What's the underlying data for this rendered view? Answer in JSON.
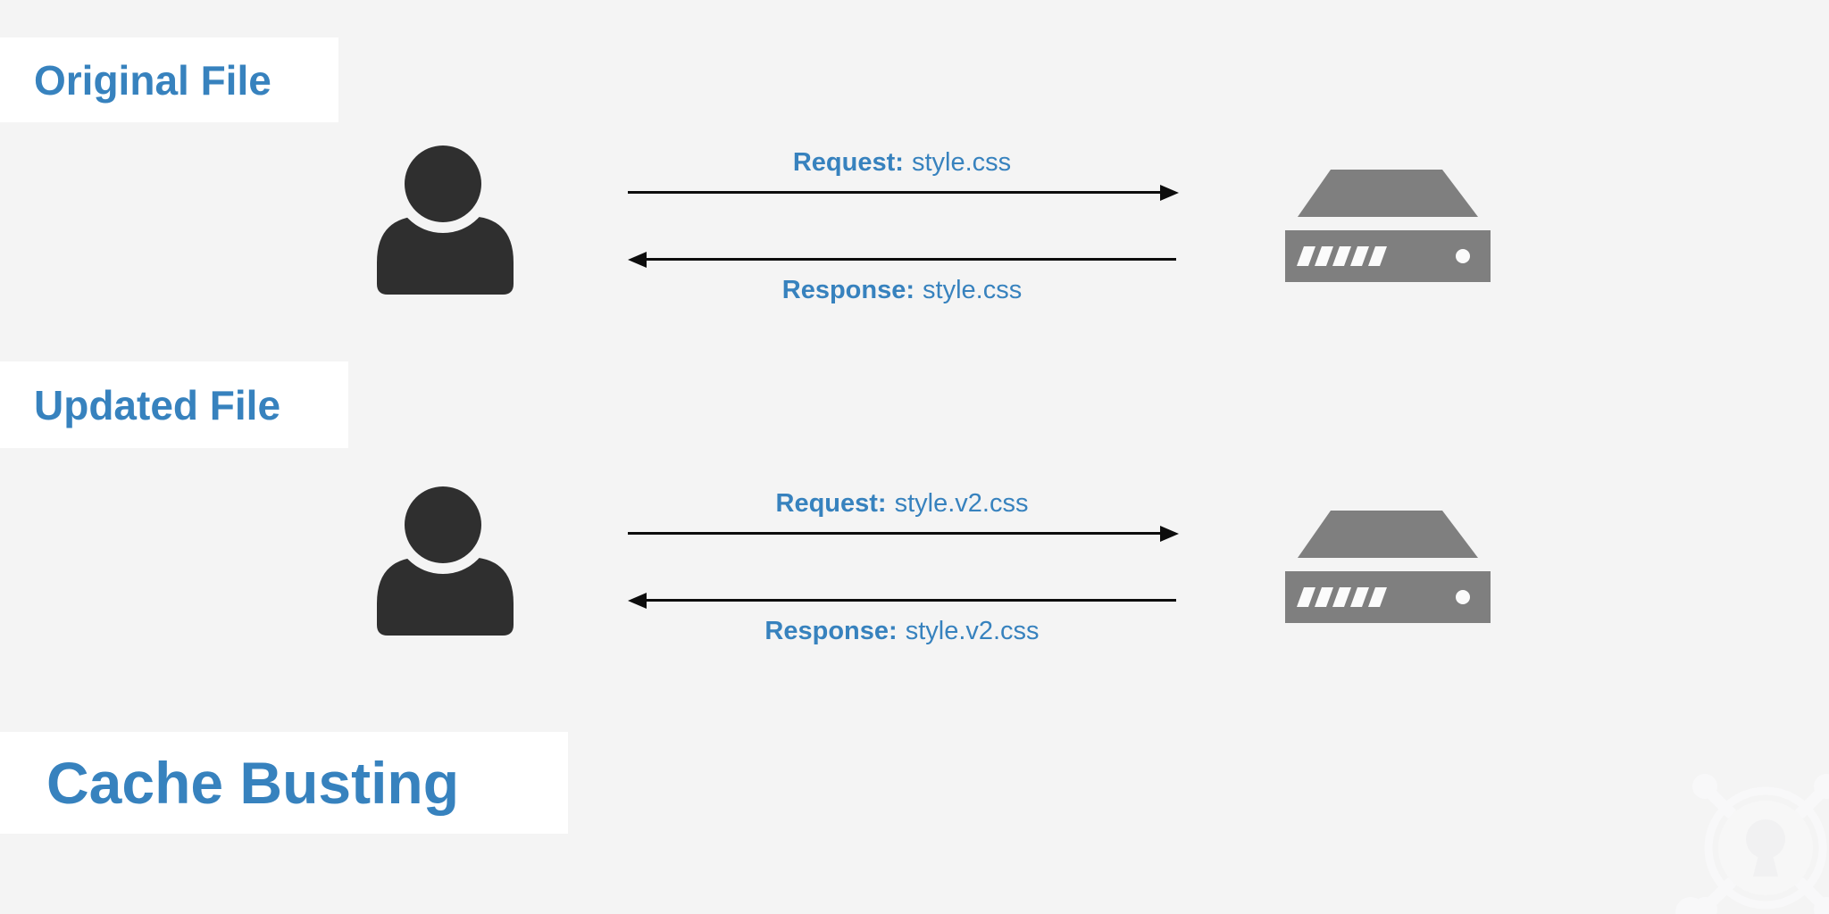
{
  "colors": {
    "background": "#f4f4f4",
    "panel_white": "#ffffff",
    "accent_blue": "#3782be",
    "person_dark": "#2f2f2f",
    "server_gray": "#7f7f7f",
    "server_detail_white": "#fbfbfb",
    "arrow_black": "#0d0d0d",
    "watermark_light": "#f8f8f9",
    "watermark_disc": "#f7f7f7",
    "watermark_keyhole": "#f1f1f2"
  },
  "labels": {
    "section1": "Original File",
    "section2": "Updated File",
    "title": "Cache Busting"
  },
  "flows": [
    {
      "request_label": "Request:",
      "request_file": "style.css",
      "response_label": "Response:",
      "response_file": "style.css"
    },
    {
      "request_label": "Request:",
      "request_file": "style.v2.css",
      "response_label": "Response:",
      "response_file": "style.v2.css"
    }
  ],
  "icons": {
    "user": "user silhouette",
    "server": "server with vents and indicator light",
    "watermark": "faint keyhole logo"
  }
}
